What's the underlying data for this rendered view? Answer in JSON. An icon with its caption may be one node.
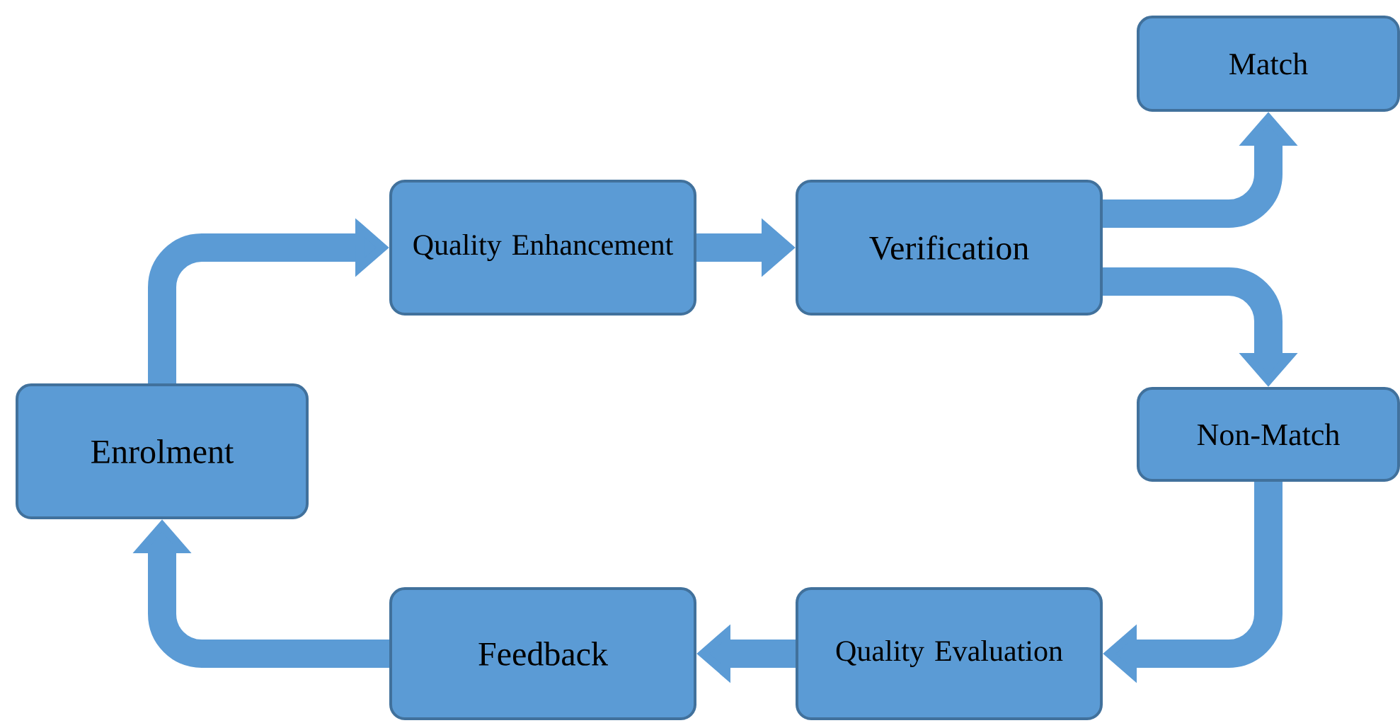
{
  "diagram": {
    "nodes": [
      {
        "text": [
          "Enrolment"
        ]
      },
      {
        "text": [
          "Quality Enhancement"
        ]
      },
      {
        "text": [
          "Verification"
        ]
      },
      {
        "text": [
          "Match"
        ]
      },
      {
        "text": [
          "Non-Match"
        ]
      },
      {
        "text": [
          "Quality Evaluation"
        ]
      },
      {
        "text": [
          "Feedback"
        ]
      }
    ],
    "edges": [
      {
        "from": 0,
        "to": 1,
        "arrow": "to"
      },
      {
        "from": 1,
        "to": 2,
        "arrow": "to"
      },
      {
        "from": 2,
        "to": 3,
        "arrow": "to"
      },
      {
        "from": 2,
        "to": 4,
        "arrow": "to"
      },
      {
        "from": 4,
        "to": 5,
        "arrow": "to"
      },
      {
        "from": 5,
        "to": 6,
        "arrow": "to"
      },
      {
        "from": 6,
        "to": 0,
        "arrow": "to"
      }
    ]
  }
}
